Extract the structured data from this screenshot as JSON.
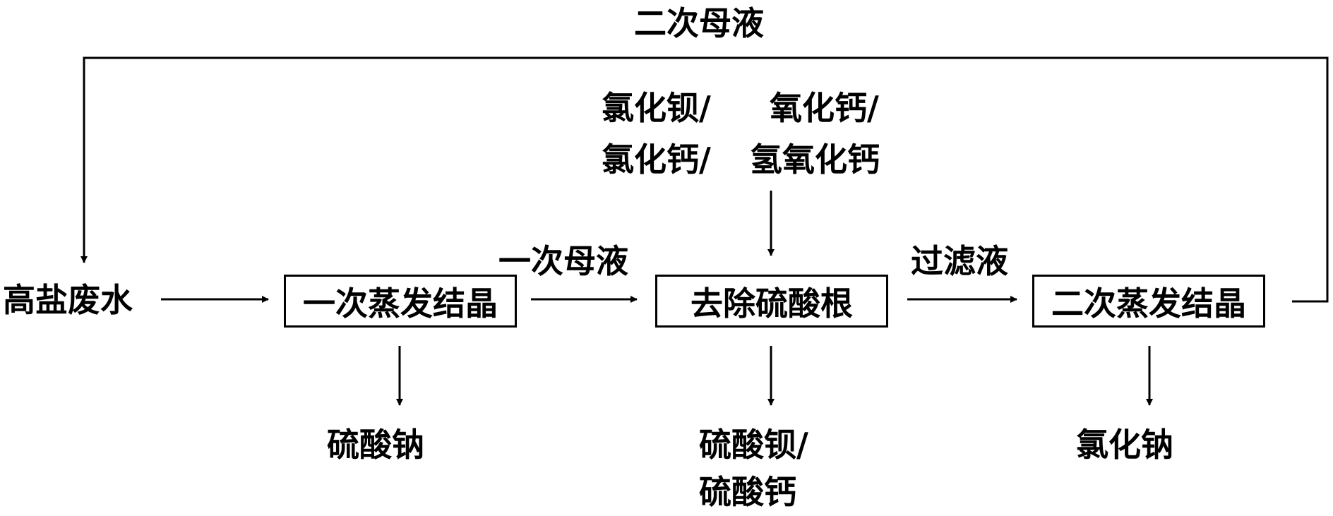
{
  "recycle_label": "二次母液",
  "input_label": "高盐废水",
  "first_mother_liquor_label": "一次母液",
  "filtrate_label": "过滤液",
  "reagents": {
    "line1_left": "氯化钡/",
    "line1_right": "氧化钙/",
    "line2_left": "氯化钙/",
    "line2_right": "氢氧化钙"
  },
  "steps": {
    "step1": "一次蒸发结晶",
    "step2": "去除硫酸根",
    "step3": "二次蒸发结晶"
  },
  "products": {
    "product1": "硫酸钠",
    "product2_line1": "硫酸钡/",
    "product2_line2": "硫酸钙",
    "product3": "氯化钠"
  }
}
